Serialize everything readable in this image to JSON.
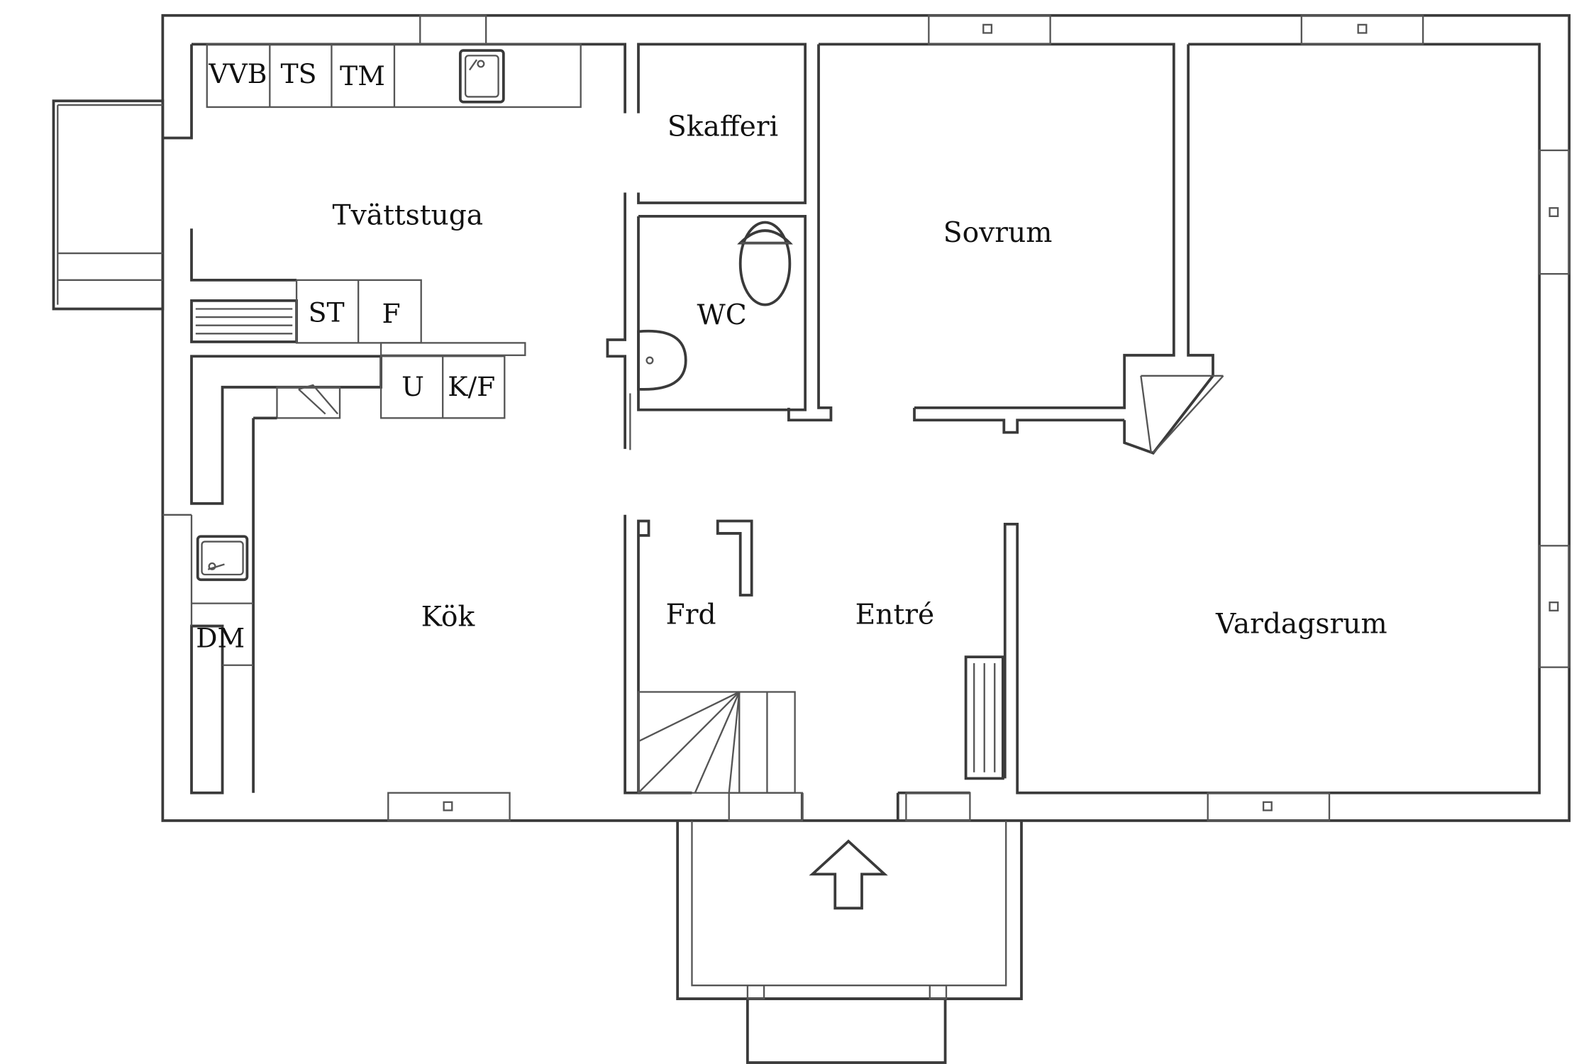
{
  "rooms": {
    "tvattstuga": "Tvättstuga",
    "skafferi": "Skafferi",
    "wc": "WC",
    "sovrum": "Sovrum",
    "kok": "Kök",
    "frd": "Frd",
    "entre": "Entré",
    "vardagsrum": "Vardagsrum"
  },
  "appliances": {
    "vvb": "VVB",
    "ts": "TS",
    "tm": "TM",
    "st": "ST",
    "f": "F",
    "u": "U",
    "kf": "K/F",
    "dm": "DM"
  },
  "colors": {
    "wall": "#3a3a3a",
    "background": "#ffffff"
  }
}
